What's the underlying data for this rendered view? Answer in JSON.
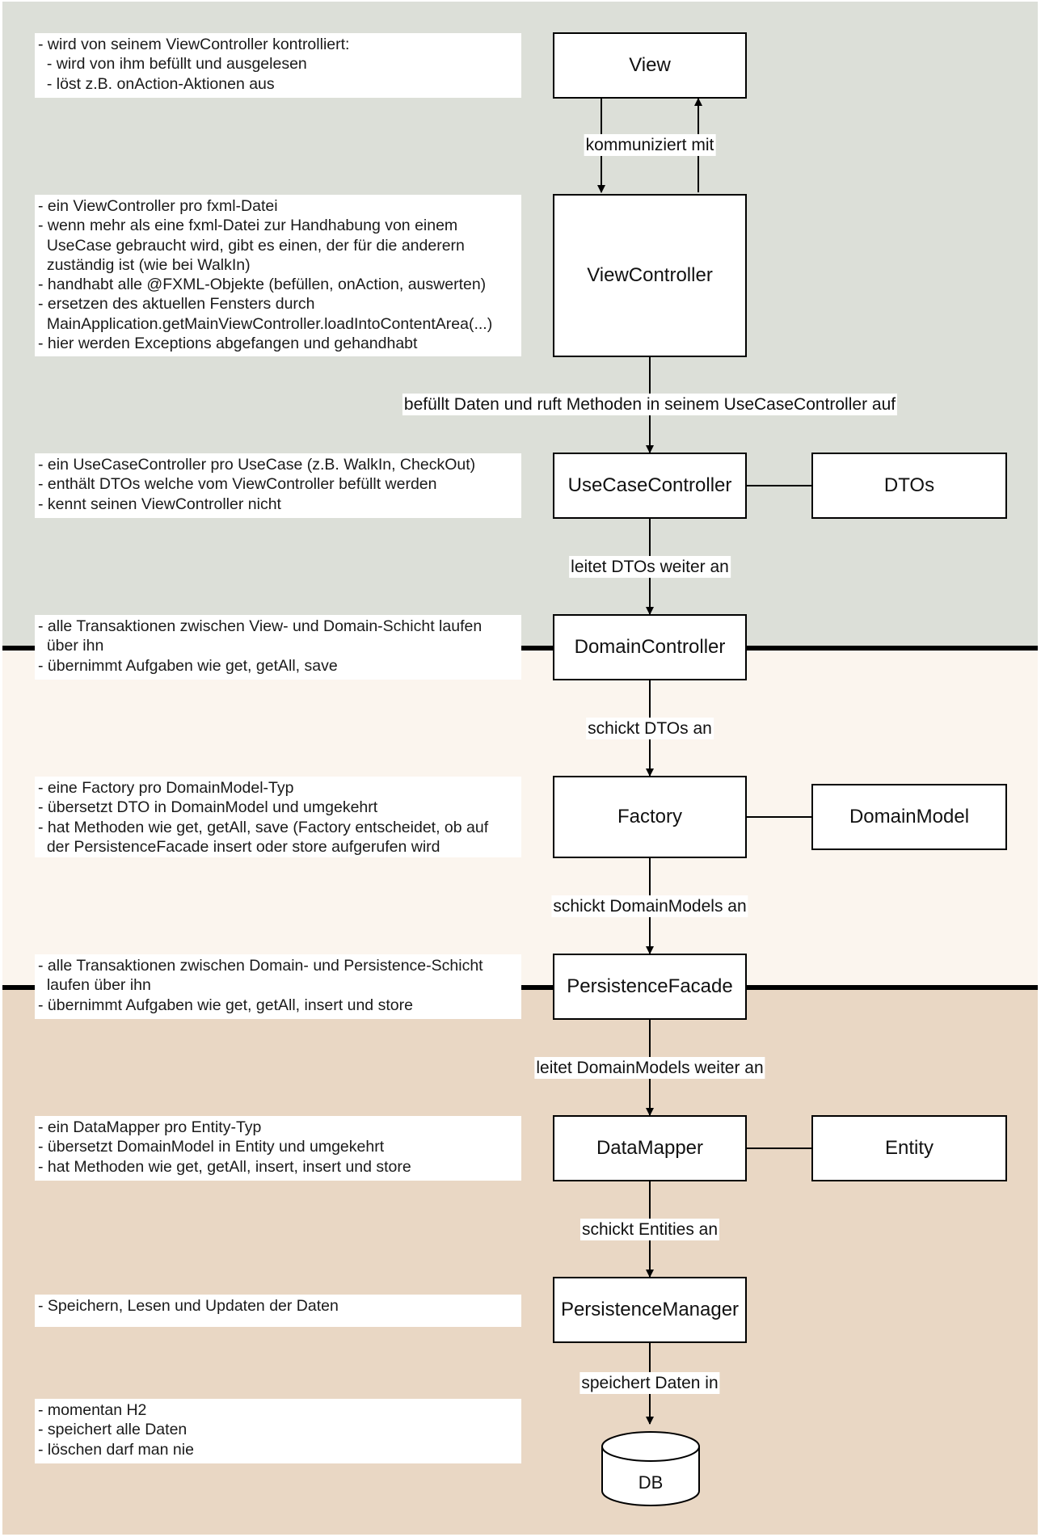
{
  "layers": {
    "view": {
      "fill": "#dcdfd8"
    },
    "domain": {
      "fill": "#fbf5ee"
    },
    "persistence": {
      "fill": "#e9d7c4"
    }
  },
  "nodes": {
    "view": "View",
    "view_controller": "ViewController",
    "usecase_controller": "UseCaseController",
    "dtos": "DTOs",
    "domain_controller": "DomainController",
    "factory": "Factory",
    "domain_model": "DomainModel",
    "persistence_facade": "PersistenceFacade",
    "data_mapper": "DataMapper",
    "entity": "Entity",
    "persistence_manager": "PersistenceManager",
    "db": "DB"
  },
  "edges": {
    "view_viewcontroller": "kommuniziert mit",
    "viewcontroller_usecase": "befüllt Daten und ruft Methoden in seinem UseCaseController auf",
    "usecase_domain": "leitet DTOs weiter an",
    "domain_factory": "schickt DTOs an",
    "factory_facade": "schickt DomainModels an",
    "facade_mapper": "leitet DomainModels weiter an",
    "mapper_manager": "schickt Entities an",
    "manager_db": "speichert Daten in"
  },
  "notes": {
    "view": "- wird von seinem ViewController kontrolliert:\n  - wird von ihm befüllt und ausgelesen\n  - löst z.B. onAction-Aktionen aus",
    "view_controller": "- ein ViewController pro fxml-Datei\n- wenn mehr als eine fxml-Datei zur Handhabung von einem\n  UseCase gebraucht wird, gibt es einen, der für die anderern\n  zuständig ist (wie bei WalkIn)\n- handhabt alle @FXML-Objekte (befüllen, onAction, auswerten)\n- ersetzen des aktuellen Fensters durch\n  MainApplication.getMainViewController.loadIntoContentArea(...)\n- hier werden Exceptions abgefangen und gehandhabt",
    "usecase_controller": "- ein UseCaseController pro UseCase (z.B. WalkIn, CheckOut)\n- enthält DTOs welche vom ViewController befüllt werden\n- kennt seinen ViewController nicht",
    "domain_controller": "- alle Transaktionen zwischen View- und Domain-Schicht laufen\n  über ihn\n- übernimmt Aufgaben wie get, getAll, save",
    "factory": "- eine Factory pro DomainModel-Typ\n- übersetzt DTO in DomainModel und umgekehrt\n- hat Methoden wie get, getAll, save (Factory entscheidet, ob auf\n  der PersistenceFacade insert oder store aufgerufen wird",
    "persistence_facade": "- alle Transaktionen zwischen Domain- und Persistence-Schicht\n  laufen über ihn\n- übernimmt Aufgaben wie get, getAll, insert und store",
    "data_mapper": "- ein DataMapper pro Entity-Typ\n- übersetzt DomainModel in Entity und umgekehrt\n- hat Methoden wie get, getAll, insert, insert und store",
    "persistence_manager": "- Speichern, Lesen und Updaten der Daten",
    "db": "- momentan H2\n- speichert alle Daten\n- löschen darf man nie"
  }
}
